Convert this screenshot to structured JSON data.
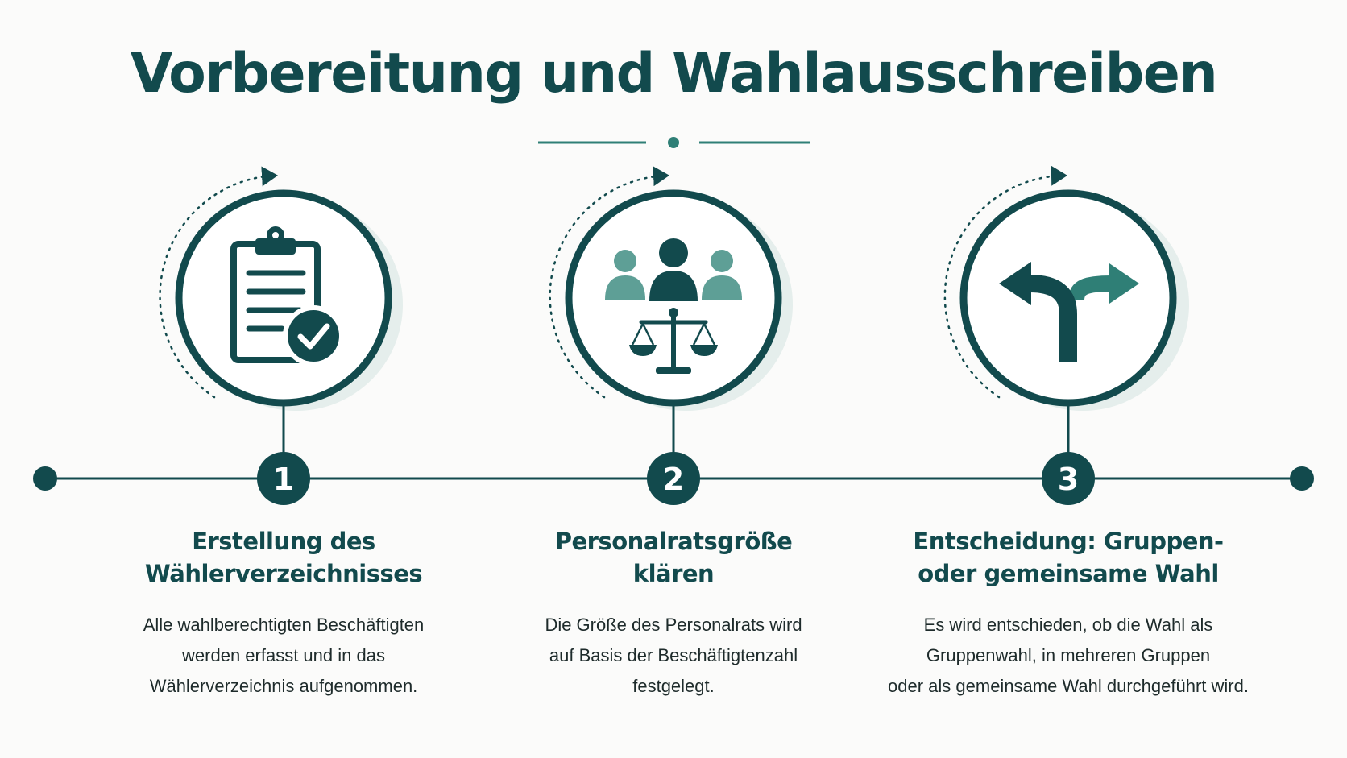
{
  "title": "Vorbereitung und Wahlausschreiben",
  "colors": {
    "primary": "#124a4d",
    "accent": "#2f7f76",
    "accent_light": "#5e9f96",
    "shadow": "#dbe8e5",
    "background": "#fbfbfa"
  },
  "steps": [
    {
      "number": "1",
      "icon": "clipboard-check-icon",
      "title_lines": [
        "Erstellung des",
        "Wählerverzeichnisses"
      ],
      "description_lines": [
        "Alle wahlberechtigten Beschäftigten",
        "werden erfasst und in das",
        "Wählerverzeichnis aufgenommen."
      ]
    },
    {
      "number": "2",
      "icon": "people-scale-icon",
      "title_lines": [
        "Personalratsgröße",
        "klären"
      ],
      "description_lines": [
        "Die Größe des Personalrats wird",
        "auf Basis der Beschäftigtenzahl",
        "festgelegt."
      ]
    },
    {
      "number": "3",
      "icon": "fork-arrows-icon",
      "title_lines": [
        "Entscheidung: Gruppen-",
        "oder gemeinsame Wahl"
      ],
      "description_lines": [
        "Es wird entschieden, ob die Wahl als",
        "Gruppenwahl, in mehreren Gruppen",
        "oder als gemeinsame Wahl durchgeführt wird."
      ]
    }
  ]
}
